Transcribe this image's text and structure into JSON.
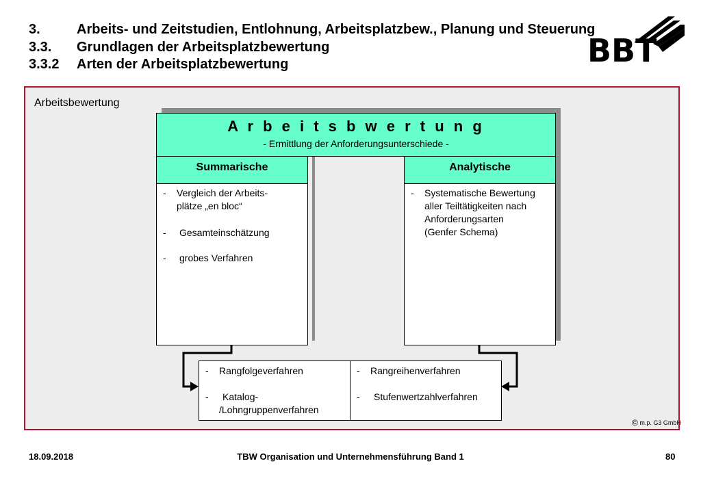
{
  "header": {
    "lines": [
      {
        "num": "3.",
        "text": "Arbeits- und Zeitstudien, Entlohnung, Arbeitsplatzbew., Planung und Steuerung"
      },
      {
        "num": "3.3.",
        "text": "Grundlagen der Arbeitsplatzbewertung"
      },
      {
        "num": "3.3.2",
        "text": "Arten der Arbeitsplatzbewertung"
      }
    ],
    "logo_text": "BBT"
  },
  "panel": {
    "label": "Arbeitsbewertung",
    "title": "A r b e i t s b w e r t u n g",
    "subtitle": "- Ermittlung der Anforderungsunterschiede -",
    "left": {
      "heading": "Summarische",
      "items": [
        {
          "dash": "-",
          "text": "Vergleich der Arbeits-"
        },
        {
          "dash": "",
          "text": "plätze „en bloc“"
        },
        {
          "dash": "-",
          "text": "Gesamteinschätzung"
        },
        {
          "dash": "-",
          "text": "grobes Verfahren"
        }
      ]
    },
    "right": {
      "heading": "Analytische",
      "items": [
        {
          "dash": "-",
          "text": "Systematische Bewertung"
        },
        {
          "dash": "",
          "text": "aller Teiltätigkeiten nach"
        },
        {
          "dash": "",
          "text": "Anforderungsarten"
        },
        {
          "dash": "",
          "text": "(Genfer Schema)"
        }
      ]
    },
    "bottom_left": {
      "items": [
        {
          "dash": "-",
          "text": "Rangfolgeverfahren"
        },
        {
          "dash": "-",
          "text": "Katalog-"
        },
        {
          "dash": "",
          "text": "/Lohngruppenverfahren"
        }
      ]
    },
    "bottom_right": {
      "items": [
        {
          "dash": "-",
          "text": "Rangreihenverfahren"
        },
        {
          "dash": "-",
          "text": "Stufenwertzahlverfahren"
        }
      ]
    },
    "copyright_symbol": "©",
    "copyright": "m.p. G3 GmbH"
  },
  "footer": {
    "date": "18.09.2018",
    "center": "TBW Organisation und Unternehmensführung Band 1",
    "page": "80"
  },
  "colors": {
    "border": "#b01230",
    "mint": "#66ffcc",
    "panel_bg": "#ededed",
    "shadow": "#8c8c8c"
  }
}
